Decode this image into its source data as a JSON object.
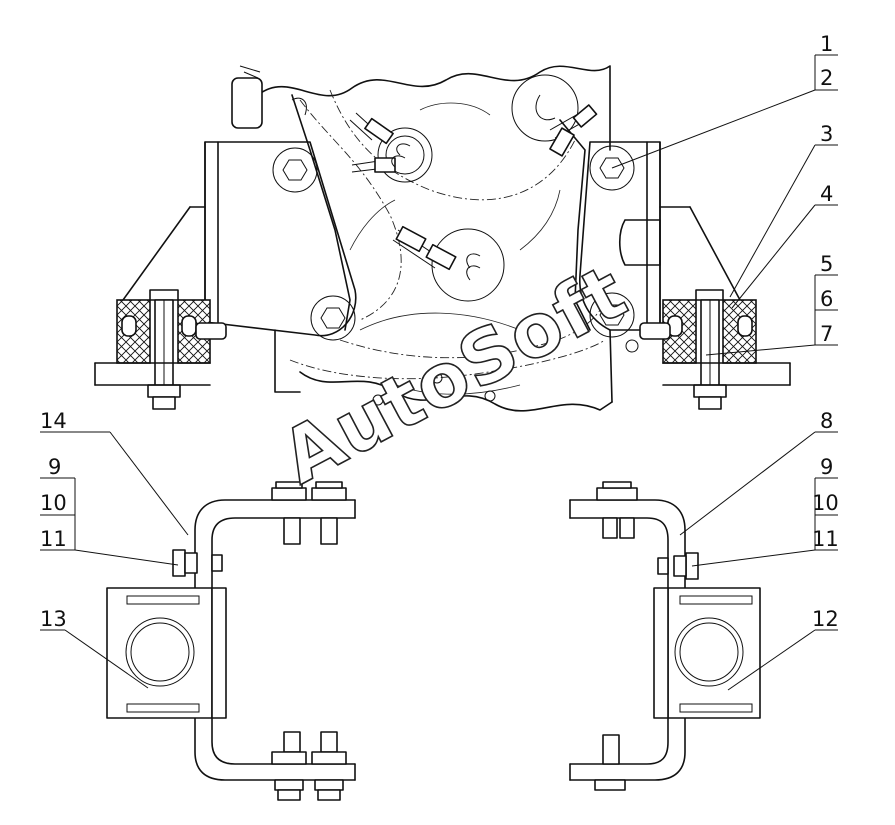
{
  "watermark": "AutoSoft",
  "callouts": [
    "1",
    "2",
    "3",
    "4",
    "5",
    "6",
    "7",
    "8",
    "9",
    "10",
    "11",
    "12",
    "13",
    "14",
    "9",
    "10",
    "11"
  ]
}
